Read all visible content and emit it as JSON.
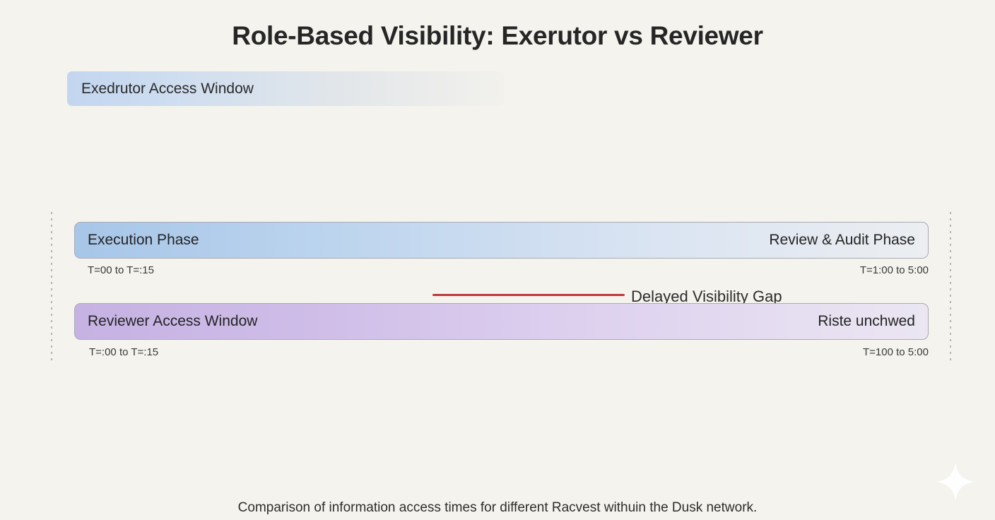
{
  "title": "Role-Based Visibility: Exerutor vs Reviewer",
  "header_band": {
    "label": "Exedrutor Access Window"
  },
  "timeline": {
    "rows": [
      {
        "name": "execution",
        "left_label": "Execution Phase",
        "right_label": "Review & Audit Phase",
        "left_range": "T=00 to T=:15",
        "right_range": "T=1:00 to 5:00",
        "color_start": "#a7c6e8",
        "color_end": "#eceef1"
      },
      {
        "name": "reviewer",
        "left_label": "Reviewer Access Window",
        "right_label": "Riste unchwed",
        "left_range": "T=:00 to T=:15",
        "right_range": "T=100 to 5:00",
        "color_start": "#c6b2e3",
        "color_end": "#ebe6f2"
      }
    ]
  },
  "annotation": {
    "gap_label": "Delayed Visibility Gap",
    "gap_line_color": "#bf383e"
  },
  "caption": "Comparison of information access times for different Racvest withuin the Dusk network.",
  "decoration": {
    "sparkle": "sparkle-icon",
    "sparkle_color": "#ffffff"
  },
  "theme": {
    "background": "#f4f3ee",
    "text": "#2b2b2b"
  }
}
